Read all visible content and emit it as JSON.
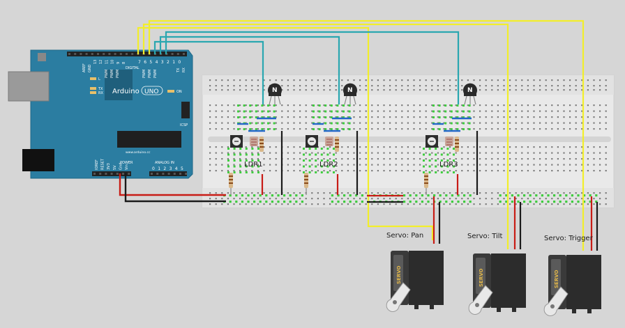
{
  "board": {
    "name": "Arduino",
    "model": "UNO",
    "site": "www.arduino.cc",
    "on_label": "ON",
    "tx_label": "TX",
    "rx_label": "RX",
    "l_label": "L",
    "icsp_label": "ICSP",
    "digital_label": "DIGITAL",
    "power_label": "POWER",
    "analog_label": "ANALOG IN",
    "aref_label": "AREF",
    "gnd_label": "GND",
    "pwm_label": "PWM",
    "digital_pins_top": [
      "13",
      "12",
      "11",
      "10",
      "9",
      "8"
    ],
    "digital_pins_right": [
      "7",
      "6",
      "5",
      "4",
      "3",
      "2",
      "1",
      "0"
    ],
    "tx_pin": "TX",
    "rx_pin": "RX",
    "power_pins": [
      "IOREF",
      "RESET",
      "3V3",
      "5V",
      "Gnd",
      "Vin"
    ],
    "analog_pins": [
      "0",
      "1",
      "2",
      "3",
      "4",
      "5"
    ]
  },
  "components": {
    "transistor_glyph": "N",
    "ldr_labels": [
      "LDR1",
      "LDR2",
      "LDR3"
    ],
    "servo_body_label": "SERVO"
  },
  "servos": [
    {
      "label": "Servo: Pan"
    },
    {
      "label": "Servo: Tilt"
    },
    {
      "label": "Servo: Trigger"
    }
  ],
  "colors": {
    "background": "#d6d6d6",
    "board": "#2b7da1",
    "breadboard": "#e9e9e9",
    "wire_yellow": "#f2ee2b",
    "wire_teal": "#2aa7b0",
    "wire_red": "#c81c16",
    "wire_black": "#1a1a1a",
    "wire_blue": "#2468c9",
    "hole_green": "#3fcc3f"
  }
}
